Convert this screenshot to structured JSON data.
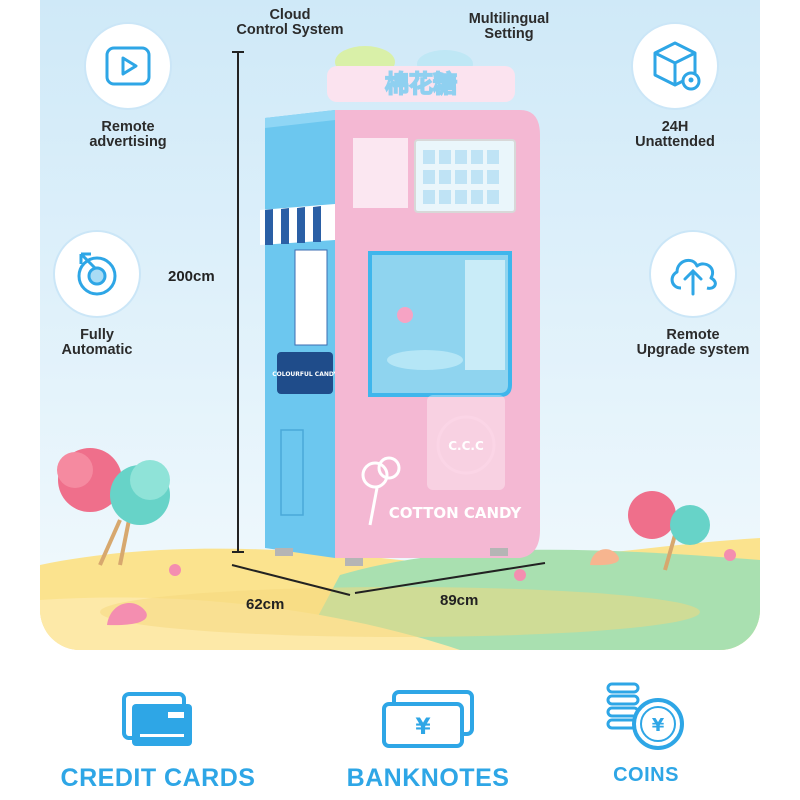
{
  "features": {
    "cloud": "Cloud\nControl System",
    "multilingual": "Multilingual\nSetting",
    "remote_ad": "Remote\nadvertising",
    "unattended": "24H\nUnattended",
    "automatic": "Fully\nAutomatic",
    "upgrade": "Remote\nUpgrade system"
  },
  "dimensions": {
    "height": "200cm",
    "depth": "62cm",
    "width": "89cm"
  },
  "machine": {
    "brand": "COTTON CANDY",
    "side_panel": "COLOURFUL CANDY",
    "logo": "C.C.C",
    "sign_chinese": "棉花糖"
  },
  "payments": {
    "card": "CREDIT CARDS",
    "banknote": "BANKNOTES",
    "coin": "COINS",
    "currency_symbol": "¥"
  },
  "colors": {
    "accent": "#2ea6e6",
    "machine_pink": "#f4b8d3",
    "machine_blue": "#6cc7ef"
  }
}
